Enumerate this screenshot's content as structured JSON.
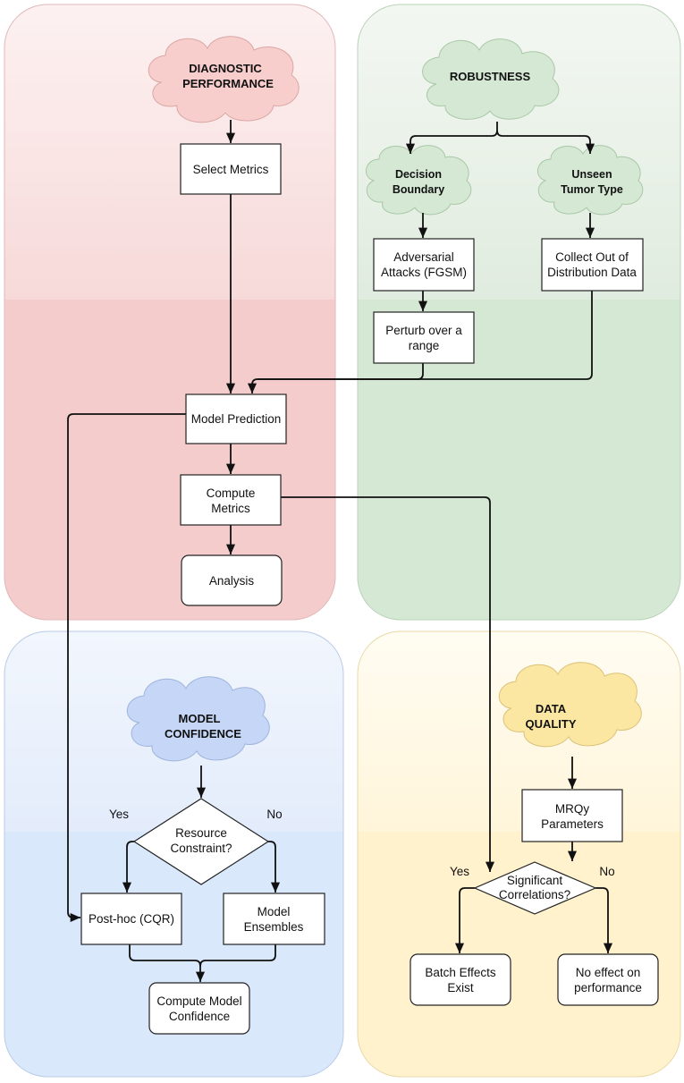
{
  "colors": {
    "performance_panel": "#f5cccc",
    "robustness_panel": "#d5e8d4",
    "confidence_panel": "#dae8fc",
    "quality_panel": "#fff2cc",
    "performance_cloud": "#f8cecc",
    "robustness_cloud": "#d5e8d4",
    "confidence_cloud": "#c5d6f6",
    "quality_cloud": "#fce7a2"
  },
  "performance": {
    "cloud": [
      "DIAGNOSTIC",
      "PERFORMANCE"
    ],
    "select_metrics": "Select Metrics",
    "model_prediction": "Model Prediction",
    "compute_metrics": [
      "Compute",
      "Metrics"
    ],
    "analysis": "Analysis"
  },
  "robustness": {
    "cloud": "ROBUSTNESS",
    "decision_boundary": [
      "Decision",
      "Boundary"
    ],
    "unseen_tumor": [
      "Unseen",
      "Tumor Type"
    ],
    "adversarial": [
      "Adversarial",
      "Attacks (FGSM)"
    ],
    "collect_ood": [
      "Collect Out of",
      "Distribution Data"
    ],
    "perturb": [
      "Perturb over a",
      "range"
    ]
  },
  "confidence": {
    "cloud": [
      "MODEL",
      "CONFIDENCE"
    ],
    "decision": [
      "Resource",
      "Constraint?"
    ],
    "yes": "Yes",
    "no": "No",
    "posthoc": "Post-hoc (CQR)",
    "ensembles": [
      "Model",
      "Ensembles"
    ],
    "compute": [
      "Compute Model",
      "Confidence"
    ]
  },
  "quality": {
    "cloud": [
      "DATA",
      "QUALITY"
    ],
    "mrqy": [
      "MRQy",
      "Parameters"
    ],
    "decision": [
      "Significant",
      "Correlations?"
    ],
    "yes": "Yes",
    "no": "No",
    "batch": [
      "Batch Effects",
      "Exist"
    ],
    "no_effect": [
      "No effect on",
      "performance"
    ]
  }
}
